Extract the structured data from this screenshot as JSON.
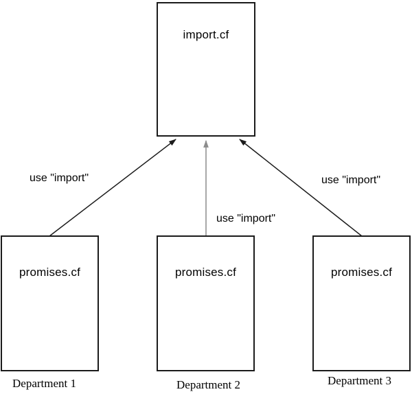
{
  "diagram": {
    "top_node": {
      "label": "import.cf"
    },
    "departments": [
      {
        "file_label": "promises.cf",
        "caption": "Department 1",
        "edge_label": "use \"import\""
      },
      {
        "file_label": "promises.cf",
        "caption": "Department 2",
        "edge_label": "use \"import\""
      },
      {
        "file_label": "promises.cf",
        "caption": "Department 3",
        "edge_label": "use \"import\""
      }
    ],
    "colors": {
      "background": "#ffffff",
      "box_border": "#1a1a1a",
      "edge": "#1c1c1c",
      "edge_middle": "#8c8c8c",
      "text": "#000000"
    }
  }
}
